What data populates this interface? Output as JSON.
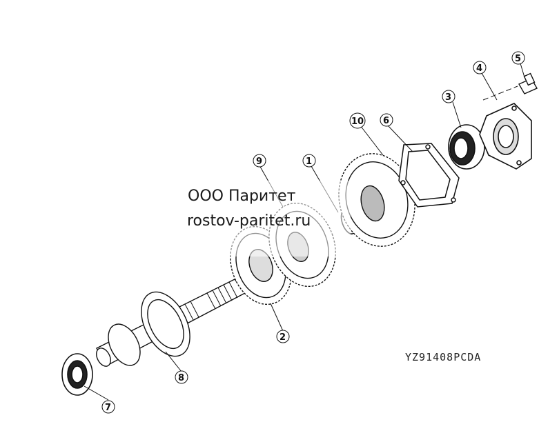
{
  "drawing_code": "YZ91408PCDA",
  "watermark": {
    "line1": "ООО Паритет",
    "line2": "rostov-paritet.ru"
  },
  "callouts": [
    "1",
    "2",
    "3",
    "4",
    "5",
    "6",
    "7",
    "8",
    "9",
    "10"
  ]
}
